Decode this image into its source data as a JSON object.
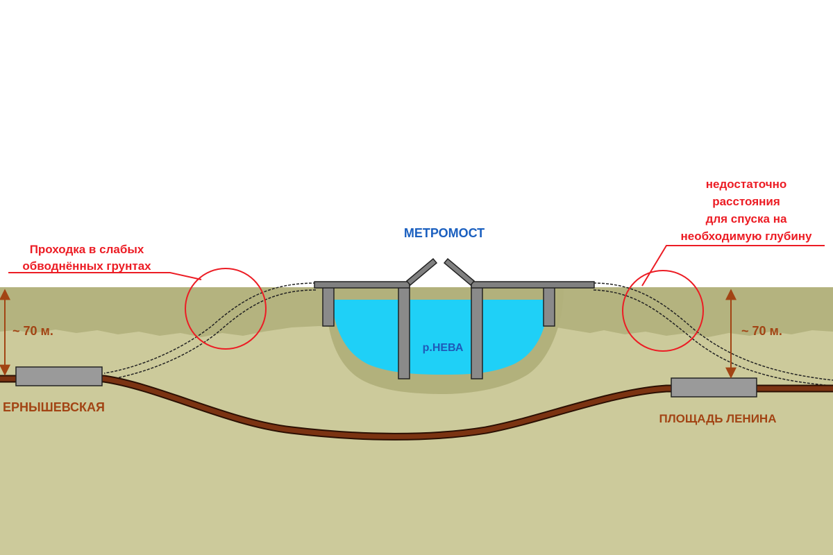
{
  "colors": {
    "sky": "#ffffff",
    "surface_soil": "#b4b37f",
    "lower_soil": "#ccca9b",
    "riverbed": "#b2b17c",
    "water": "#1fd0f7",
    "tunnel": "#7b3312",
    "tunnel_outline": "#2a0f03",
    "station": "#9a9a9a",
    "bridge": "#808080",
    "annotation_red": "#ec1c24",
    "label_brown": "#a24414",
    "label_blue": "#1a5fbf",
    "label_river": "#1f59b8"
  },
  "labels": {
    "metro_bridge": "МЕТРОМОСТ",
    "river": "р.НЕВА",
    "left_station": "ЕРНЫШЕВСКАЯ",
    "right_station": "ПЛОЩАДЬ ЛЕНИНА",
    "left_depth": "~ 70 м.",
    "right_depth": "~ 70 м.",
    "left_note_line1": "Проходка в слабых",
    "left_note_line2": "обводнённых грунтах",
    "right_note_line1": "недостаточно",
    "right_note_line2": "расстояния",
    "right_note_line3": "для спуска на",
    "right_note_line4": "необходимую глубину"
  }
}
